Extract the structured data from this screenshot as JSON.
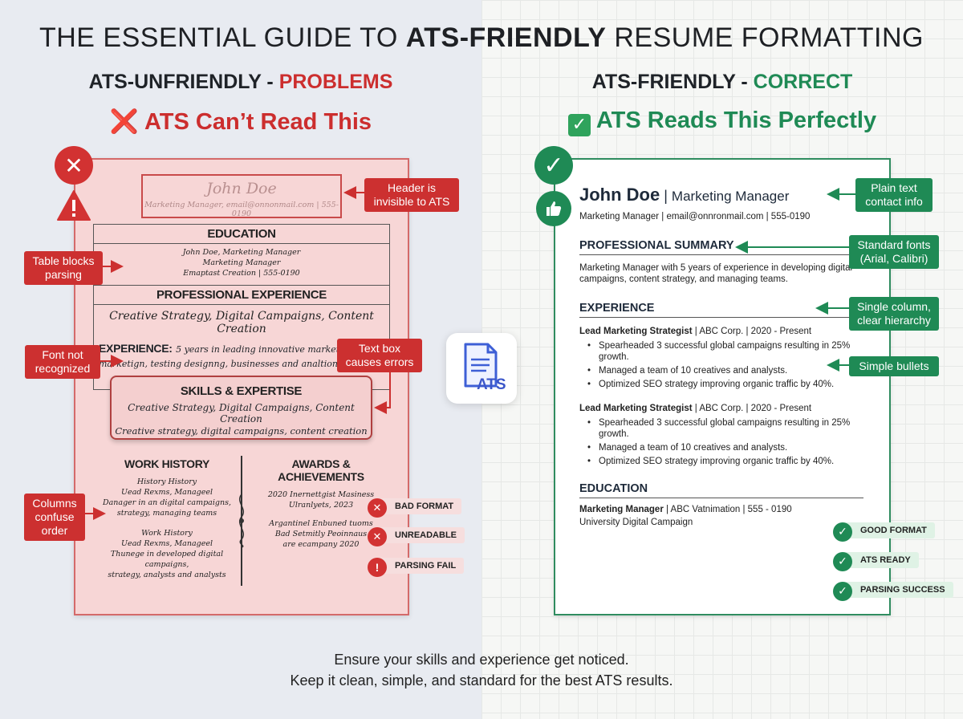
{
  "title": {
    "prefix": "THE ESSENTIAL GUIDE TO ",
    "bold": "ATS-FRIENDLY",
    "suffix": " RESUME FORMATTING"
  },
  "left": {
    "heading_a": "ATS-UNFRIENDLY - ",
    "heading_b": "PROBLEMS",
    "subheading": "ATS Can’t Read This",
    "resume": {
      "name": "John Doe",
      "contact": "Marketing Manager, email@onnonmail.com | 555-0190",
      "education_heading": "EDUCATION",
      "education_lines": [
        "John Doe, Marketing Manager",
        "Marketing Manager",
        "Emaptast Creation | 555-0190"
      ],
      "experience_heading": "PROFESSIONAL EXPERIENCE",
      "experience_script": "Creative Strategy, Digital Campaigns, Content Creation",
      "experience_label": "EXPERIENCE:",
      "experience_text_1": "5 years in leading innovative marketing digital",
      "experience_text_2": "marketign, testing designng, businesses and analtions gro",
      "skills_heading": "SKILLS & EXPERTISE",
      "skills_line_1": "Creative Strategy, Digital Campaigns, Content Creation",
      "skills_line_2": "Creative strategy, digital campaigns, content creation",
      "work_heading": "WORK HISTORY",
      "work_lines": [
        "History History",
        "Uead Rexms, Manageel",
        "Danager in an digital campaigns,",
        "strategy, managing teams"
      ],
      "work_lines_2": [
        "Work History",
        "Uead Rexms, Manageel",
        "Thunege in developed digital campaigns,",
        "strategy, analysts and analysts"
      ],
      "awards_heading": "AWARDS & ACHIEVEMENTS",
      "awards_lines": [
        "2020 Inernettgist Masiness",
        "Ulranlyets, 2023"
      ],
      "awards_lines_2": [
        "Argantinel Enbuned tuoms",
        "Bad Setmitly Peoinnaus",
        "are ecampany 2020"
      ]
    },
    "callouts": {
      "header": "Header is invisible to ATS",
      "table": "Table blocks parsing",
      "font": "Font not recognized",
      "textbox": "Text box causes errors",
      "columns": "Columns confuse order"
    },
    "statuses": [
      "BAD FORMAT",
      "UNREADABLE",
      "PARSING FAIL"
    ]
  },
  "right": {
    "heading_a": "ATS-FRIENDLY - ",
    "heading_b": "CORRECT",
    "subheading": "ATS Reads This Perfectly",
    "resume": {
      "name": "John Doe",
      "title_sep": " | ",
      "title": "Marketing Manager",
      "contact": "Marketing Manager | email@onnronmail.com | 555-0190",
      "summary_heading": "PROFESSIONAL SUMMARY",
      "summary_text": "Marketing Manager with 5 years of experience in developing digital campaigns, content strategy, and managing teams.",
      "experience_heading": "EXPERIENCE",
      "jobs": [
        {
          "role": "Lead Marketing Strategist",
          "meta": " | ABC Corp. | 2020 - Present",
          "bullets": [
            "Spearheaded 3 successful global campaigns resulting in 25% growth.",
            "Managed a team of 10 creatives and analysts.",
            "Optimized SEO strategy improving organic traffic by 40%."
          ]
        },
        {
          "role": "Lead Marketing Strategist",
          "meta": " | ABC Corp. | 2020 - Present",
          "bullets": [
            "Spearheaded 3 successful global campaigns resulting in 25% growth.",
            "Managed a team of 10 creatives and analysts.",
            "Optimized SEO strategy improving organic traffic by 40%."
          ]
        }
      ],
      "education_heading": "EDUCATION",
      "education_role": "Marketing Manager",
      "education_meta": " | ABC Vatnimation | 555 - 0190",
      "education_line2": "University Digital Campaign"
    },
    "callouts": {
      "contact": "Plain text contact info",
      "fonts": "Standard fonts (Arial, Calibri)",
      "column": "Single column, clear hierarchy",
      "bullets": "Simple bullets"
    },
    "statuses": [
      "GOOD FORMAT",
      "ATS READY",
      "PARSING SUCCESS"
    ]
  },
  "center_icon": {
    "label": "ATS",
    "name": "document-ats-icon"
  },
  "footer": {
    "line_1": "Ensure your skills and experience get noticed.",
    "line_2": "Keep it clean, simple, and standard for the best ATS results."
  },
  "colors": {
    "red": "#cc2e2e",
    "green": "#1f8a55",
    "left_bg": "#e8ebf1",
    "right_bg": "#f6f7f5"
  }
}
